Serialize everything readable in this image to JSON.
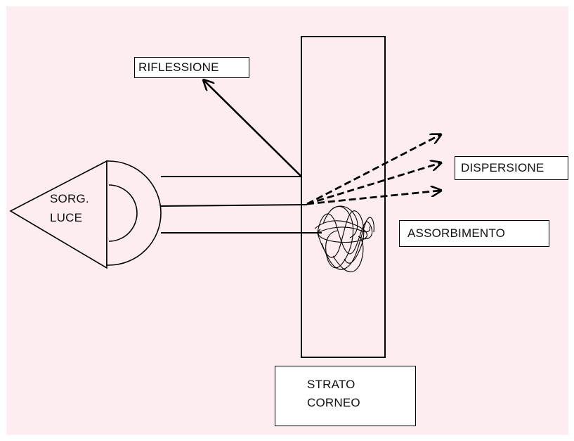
{
  "source_label": {
    "line1": "SORG.",
    "line2": "LUCE"
  },
  "labels": {
    "reflection": "RIFLESSIONE",
    "dispersion": "DISPERSIONE",
    "absorption": "ASSORBIMENTO",
    "layer_line1": "STRATO",
    "layer_line2": "CORNEO"
  },
  "colors": {
    "background": "#fdedf0",
    "ink": "#000000"
  }
}
